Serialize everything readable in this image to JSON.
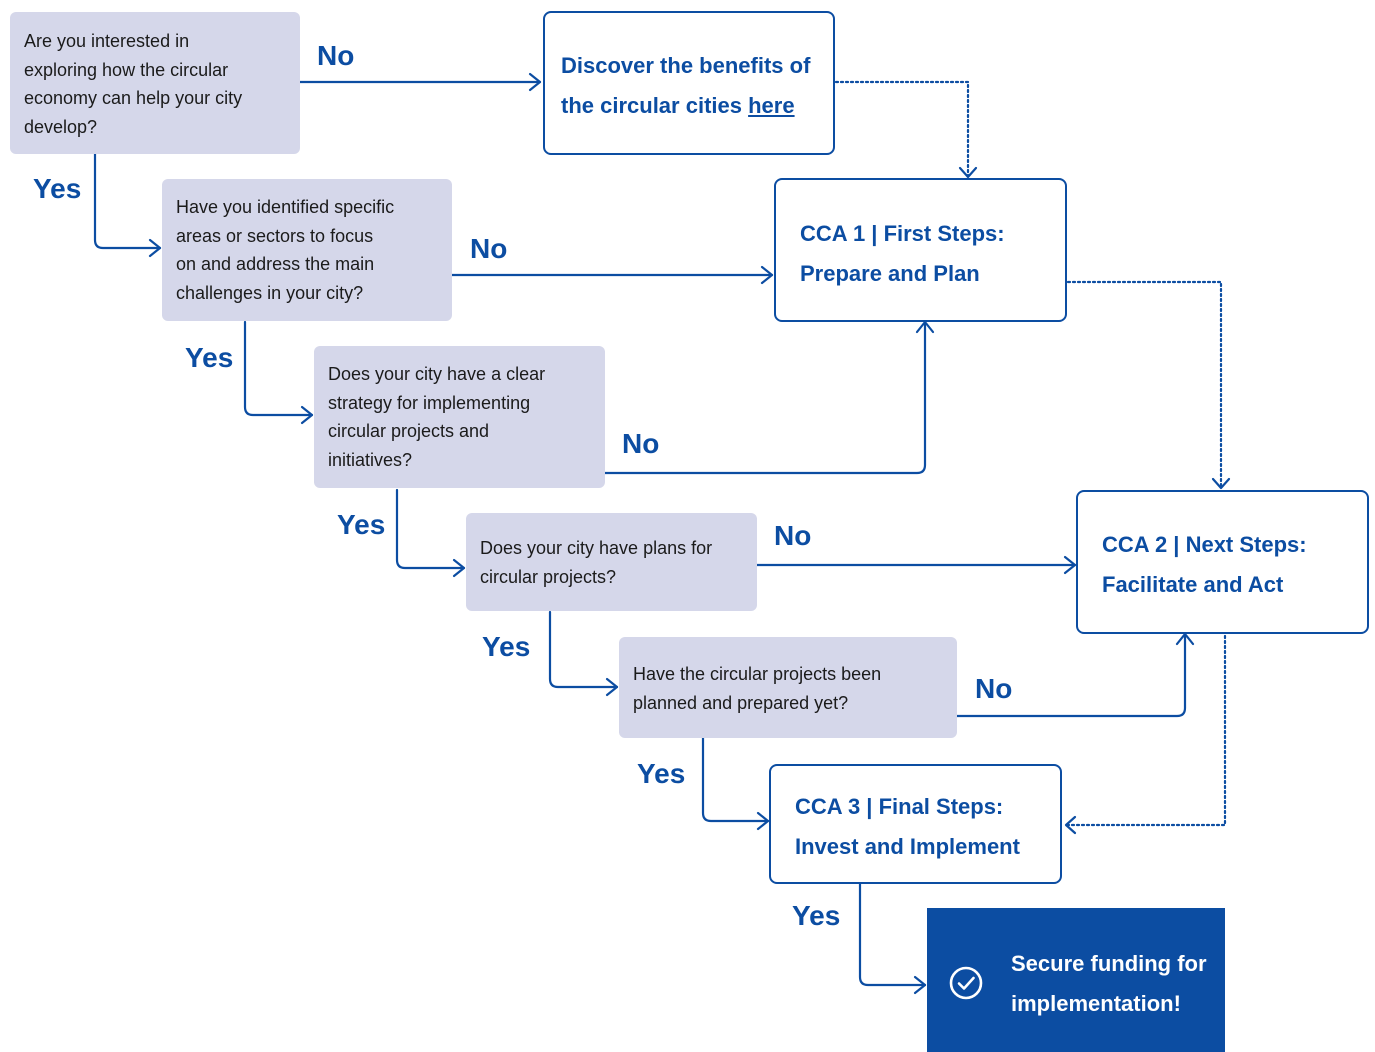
{
  "colors": {
    "accent": "#0c4da2",
    "question_fill": "#d5d7ea",
    "final_fill": "#0c4da2"
  },
  "questions": [
    {
      "lines": [
        "Are you interested in",
        "exploring how the circular",
        "economy can help your city",
        "develop?"
      ]
    },
    {
      "lines": [
        "Have you identified specific",
        "areas or sectors to focus",
        "on and address the main",
        "challenges in your city?"
      ]
    },
    {
      "lines": [
        "Does your city have a clear",
        "strategy for implementing",
        "circular projects and",
        "initiatives?"
      ]
    },
    {
      "lines": [
        "Does your city have plans for",
        "circular projects?"
      ]
    },
    {
      "lines": [
        "Have the circular projects been",
        "planned and prepared yet?"
      ]
    }
  ],
  "discover": {
    "line1": "Discover the benefits of",
    "line2_prefix": "the circular cities ",
    "link": "here"
  },
  "cca1": {
    "line1": "CCA 1 | First Steps:",
    "line2": "Prepare and Plan"
  },
  "cca2": {
    "line1": "CCA 2 | Next Steps:",
    "line2": "Facilitate and Act"
  },
  "cca3": {
    "line1": "CCA 3 | Final Steps:",
    "line2": "Invest and Implement"
  },
  "final": {
    "line1": "Secure funding for",
    "line2": "implementation!",
    "icon": "check-circle-icon"
  },
  "labels": {
    "yes": "Yes",
    "no": "No"
  }
}
